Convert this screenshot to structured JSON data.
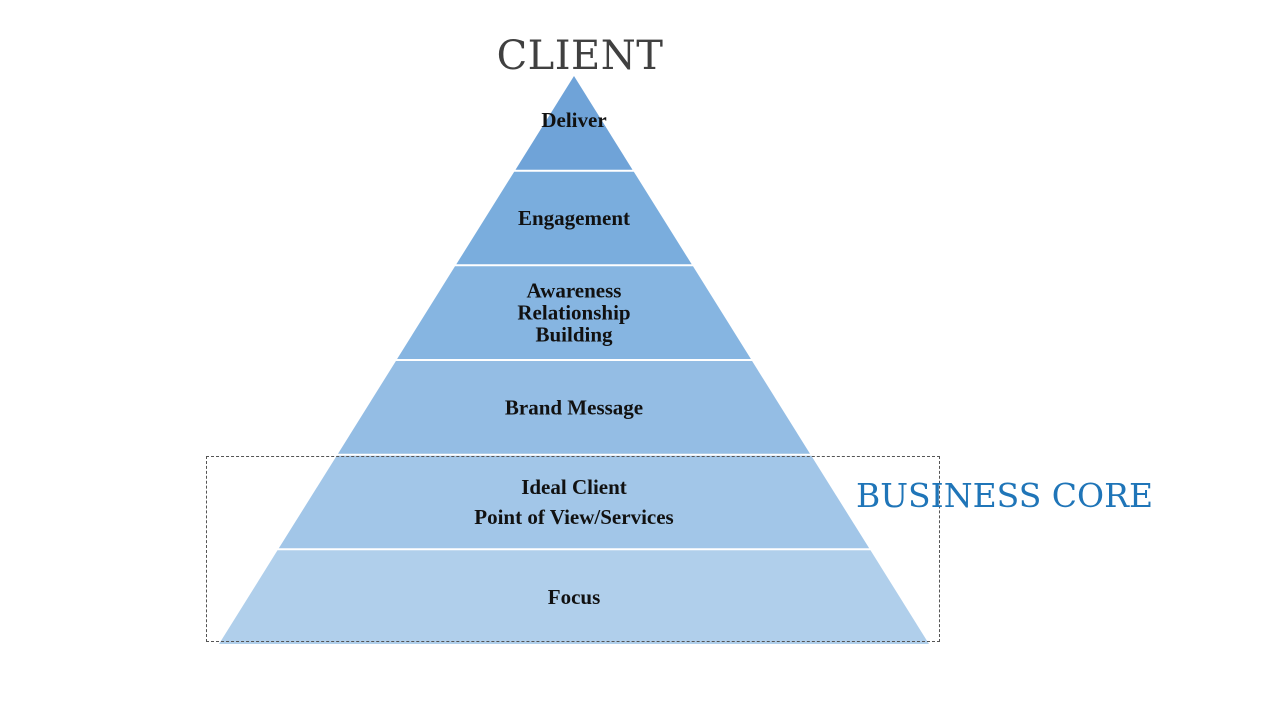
{
  "diagram": {
    "apex_label": "CLIENT",
    "core_label": "BUSINESS CORE",
    "layers": [
      {
        "lines": [
          "Deliver"
        ],
        "color": "#6fa3d8"
      },
      {
        "lines": [
          "Engagement"
        ],
        "color": "#7aaddd"
      },
      {
        "lines": [
          "Awareness",
          "Relationship",
          "Building"
        ],
        "color": "#86b5e1"
      },
      {
        "lines": [
          "Brand Message"
        ],
        "color": "#94bde4"
      },
      {
        "lines": [
          "Ideal Client",
          "Point of View/Services"
        ],
        "color": "#a2c6e8"
      },
      {
        "lines": [
          "Focus"
        ],
        "color": "#b0cfeb"
      }
    ]
  }
}
